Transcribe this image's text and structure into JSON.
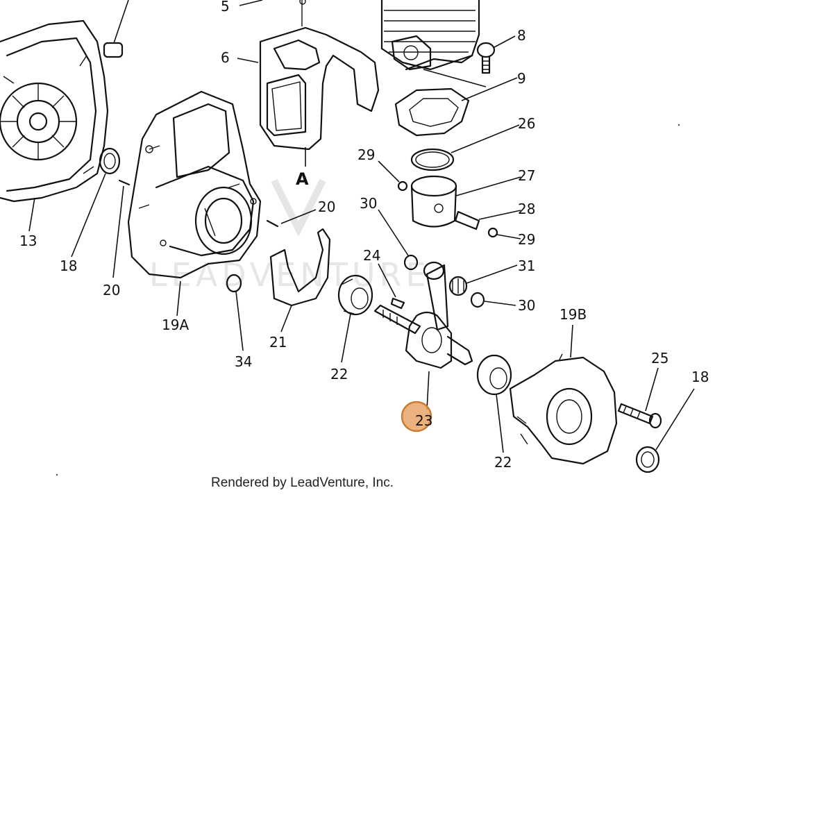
{
  "watermark": "LEADVENTURE",
  "credit": "Rendered by LeadVenture, Inc.",
  "callouts": [
    {
      "id": "5",
      "text": "5"
    },
    {
      "id": "6",
      "text": "6"
    },
    {
      "id": "8",
      "text": "8"
    },
    {
      "id": "9",
      "text": "9"
    },
    {
      "id": "26",
      "text": "26"
    },
    {
      "id": "29a",
      "text": "29"
    },
    {
      "id": "27",
      "text": "27"
    },
    {
      "id": "30a",
      "text": "30"
    },
    {
      "id": "28",
      "text": "28"
    },
    {
      "id": "29b",
      "text": "29"
    },
    {
      "id": "A",
      "text": "A"
    },
    {
      "id": "20a",
      "text": "20"
    },
    {
      "id": "13",
      "text": "13"
    },
    {
      "id": "18a",
      "text": "18"
    },
    {
      "id": "20b",
      "text": "20"
    },
    {
      "id": "19A",
      "text": "19A"
    },
    {
      "id": "21",
      "text": "21"
    },
    {
      "id": "34",
      "text": "34"
    },
    {
      "id": "24",
      "text": "24"
    },
    {
      "id": "31",
      "text": "31"
    },
    {
      "id": "30b",
      "text": "30"
    },
    {
      "id": "19B",
      "text": "19B"
    },
    {
      "id": "22a",
      "text": "22"
    },
    {
      "id": "23",
      "text": "23"
    },
    {
      "id": "25",
      "text": "25"
    },
    {
      "id": "18b",
      "text": "18"
    },
    {
      "id": "22b",
      "text": "22"
    }
  ],
  "highlight": {
    "callout": "23",
    "color": "#e8a46a",
    "stroke": "#c97a34"
  }
}
